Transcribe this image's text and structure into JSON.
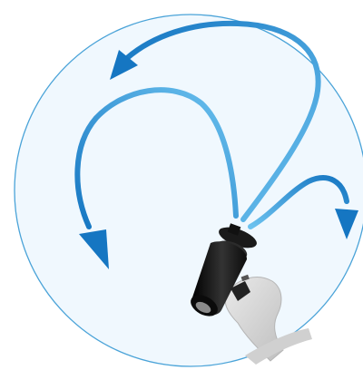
{
  "illustration": {
    "subject": "bubble",
    "elements": [
      "circular-boundary",
      "arrow-left-upper",
      "arrow-left-lower",
      "arrow-right",
      "device-nozzle",
      "hand-pointer"
    ]
  },
  "colors": {
    "background": "#ffffff",
    "circle_fill": "#f0f8fe",
    "circle_stroke": "#4aa3d8",
    "arrow_dark": "#1576c2",
    "arrow_light": "#5bb8ea",
    "device_body": "#1a1a1a",
    "device_highlight": "#8a8a8a",
    "hand": "#d7d7d7"
  }
}
